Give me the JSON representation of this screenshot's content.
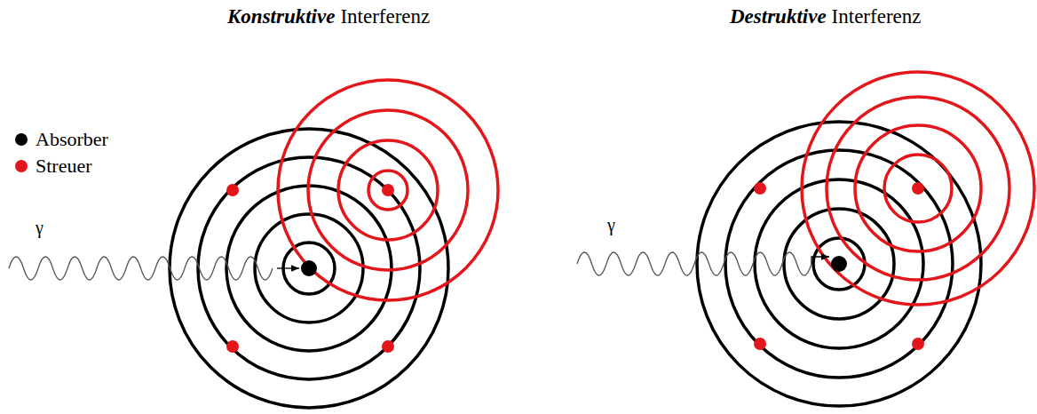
{
  "diagram": {
    "labels": [
      "Konstruktive",
      "Interferenz",
      "Destruktive",
      "Interferenz",
      "γ",
      "γ"
    ],
    "legend": [
      {
        "text": "Absorber",
        "color": "#000000"
      },
      {
        "text": "Streuer",
        "color": "#e3161b"
      }
    ]
  }
}
